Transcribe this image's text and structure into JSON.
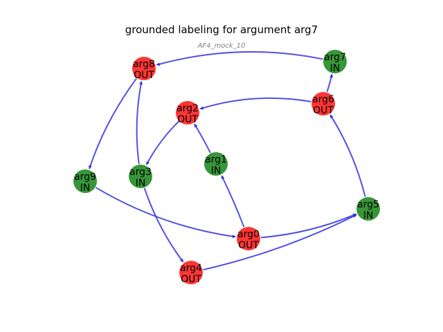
{
  "title": "grounded labeling for argument arg7",
  "subtitle": "AF4_mock_10",
  "colors": {
    "in": "#228b22",
    "out": "#ff2020",
    "edge": "#3030e0"
  },
  "nodes": [
    {
      "id": "arg0",
      "label": "OUT"
    },
    {
      "id": "arg1",
      "label": "IN"
    },
    {
      "id": "arg2",
      "label": "OUT"
    },
    {
      "id": "arg3",
      "label": "IN"
    },
    {
      "id": "arg4",
      "label": "OUT"
    },
    {
      "id": "arg5",
      "label": "IN"
    },
    {
      "id": "arg6",
      "label": "OUT"
    },
    {
      "id": "arg7",
      "label": "IN"
    },
    {
      "id": "arg8",
      "label": "OUT"
    },
    {
      "id": "arg9",
      "label": "IN"
    }
  ],
  "edges": [
    {
      "from": "arg7",
      "to": "arg8"
    },
    {
      "from": "arg8",
      "to": "arg9"
    },
    {
      "from": "arg3",
      "to": "arg8"
    },
    {
      "from": "arg2",
      "to": "arg3"
    },
    {
      "from": "arg6",
      "to": "arg2"
    },
    {
      "from": "arg1",
      "to": "arg2"
    },
    {
      "from": "arg6",
      "to": "arg7"
    },
    {
      "from": "arg5",
      "to": "arg6"
    },
    {
      "from": "arg0",
      "to": "arg1"
    },
    {
      "from": "arg9",
      "to": "arg0"
    },
    {
      "from": "arg0",
      "to": "arg5"
    },
    {
      "from": "arg4",
      "to": "arg5"
    },
    {
      "from": "arg3",
      "to": "arg4"
    }
  ]
}
